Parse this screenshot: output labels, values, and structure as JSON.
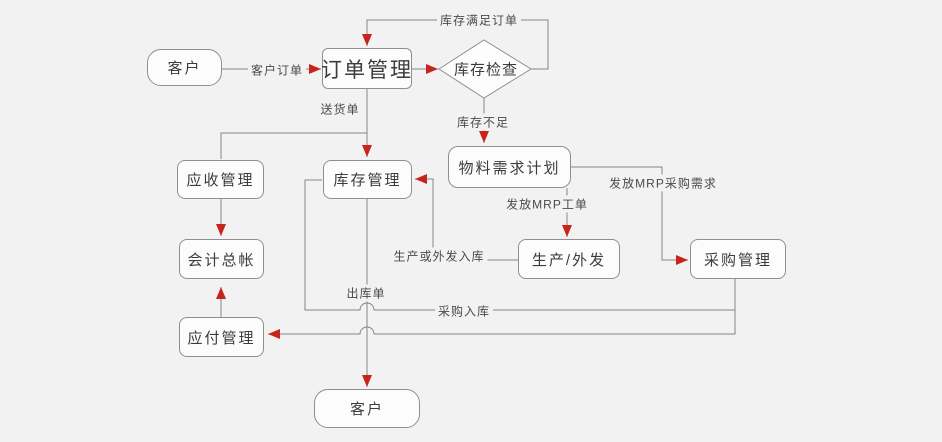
{
  "colors": {
    "background": "#f2f2f2",
    "node_fill": "#fcfcfc",
    "node_border": "#8f8f8f",
    "line": "#858585",
    "arrow_red": "#c9241c",
    "node_text": "#3c3c3c",
    "label_text": "#4a4a4a"
  },
  "nodes": {
    "customer_top": "客户",
    "order_management": "订单管理",
    "inventory_check": "库存检查",
    "receivables_management": "应收管理",
    "inventory_management": "库存管理",
    "mrp": "物料需求计划",
    "general_ledger": "会计总帐",
    "production_outsourcing": "生产/外发",
    "purchasing_management": "采购管理",
    "payables_management": "应付管理",
    "customer_bottom": "客户"
  },
  "labels": {
    "customer_order": "客户订单",
    "stock_fulfills_order": "库存满足订单",
    "delivery_note": "送货单",
    "stock_insufficient": "库存不足",
    "release_mrp_work_order": "发放MRP工单",
    "release_mrp_purchase_request": "发放MRP采购需求",
    "production_or_outsourcing_inbound": "生产或外发入库",
    "outbound_order": "出库单",
    "purchase_inbound": "采购入库"
  }
}
